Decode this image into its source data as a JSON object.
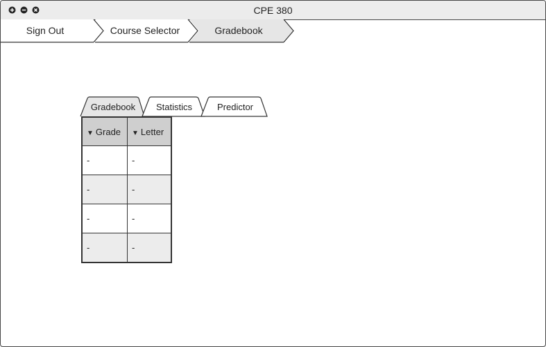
{
  "window": {
    "title": "CPE 380"
  },
  "breadcrumbs": [
    {
      "label": "Sign Out"
    },
    {
      "label": "Course Selector"
    },
    {
      "label": "Gradebook"
    }
  ],
  "tabs": [
    {
      "label": "Gradebook"
    },
    {
      "label": "Statistics"
    },
    {
      "label": "Predictor"
    }
  ],
  "table": {
    "columns": [
      {
        "label": "Grade",
        "sort_icon": "triangle-down"
      },
      {
        "label": "Letter",
        "sort_icon": "triangle-down"
      }
    ],
    "rows": [
      [
        "-",
        "-"
      ],
      [
        "-",
        "-"
      ],
      [
        "-",
        "-"
      ],
      [
        "-",
        "-"
      ]
    ],
    "sort_glyph": "▼"
  },
  "colors": {
    "active_crumb": "#e6e6e6",
    "header_bg": "#cfcfcf",
    "alt_row": "#ececec"
  }
}
